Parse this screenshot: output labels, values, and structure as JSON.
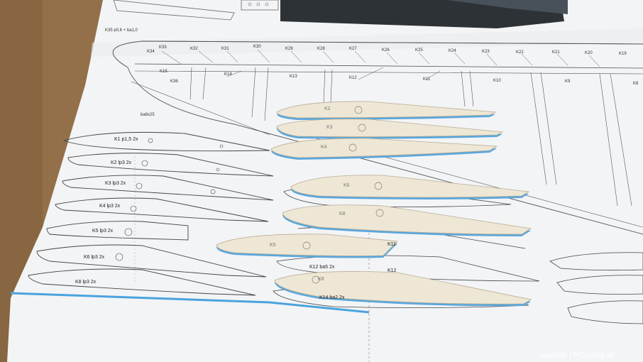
{
  "plan_header": "K35 p0,6 + ba1,0",
  "k_labels_top": [
    "K34",
    "K33",
    "K32",
    "K31",
    "K30",
    "K29",
    "K28",
    "K27",
    "K26",
    "K25",
    "K24",
    "K23",
    "K22",
    "K21",
    "K20",
    "K19",
    "K15",
    "K36",
    "K14",
    "K13",
    "K12",
    "K11",
    "K10",
    "K9",
    "K8"
  ],
  "spar_label": "ba6x25",
  "plan_parts": [
    {
      "label": "K1 p1,5 2x"
    },
    {
      "label": "K2 lp3 2x"
    },
    {
      "label": "K3 lp3 2x"
    },
    {
      "label": "K4 lp3 2x"
    },
    {
      "label": "K5 lp3 2x"
    },
    {
      "label": "K6 lp3 2x"
    },
    {
      "label": "K8 lp3 2x"
    }
  ],
  "cut_ribs": [
    {
      "label": "K2"
    },
    {
      "label": "K3"
    },
    {
      "label": "K4"
    },
    {
      "label": "K6"
    },
    {
      "label": "K8"
    },
    {
      "label": "K5"
    },
    {
      "label": "K8"
    }
  ],
  "right_labels": [
    "K11",
    "K12 ba5 2x",
    "K12",
    "K14 ba2 2x"
  ],
  "watermark": "csaki96 | RCportal.sk"
}
